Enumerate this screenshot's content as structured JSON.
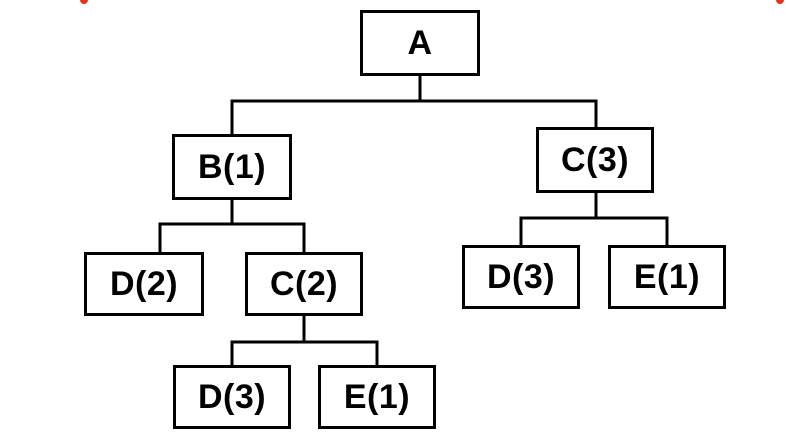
{
  "accent_color": "#e8321e",
  "line_color": "#000000",
  "tree": {
    "label": "A",
    "children": [
      {
        "label": "B(1)",
        "children": [
          {
            "label": "D(2)",
            "children": []
          },
          {
            "label": "C(2)",
            "children": [
              {
                "label": "D(3)",
                "children": []
              },
              {
                "label": "E(1)",
                "children": []
              }
            ]
          }
        ]
      },
      {
        "label": "C(3)",
        "children": [
          {
            "label": "D(3)",
            "children": []
          },
          {
            "label": "E(1)",
            "children": []
          }
        ]
      }
    ]
  }
}
